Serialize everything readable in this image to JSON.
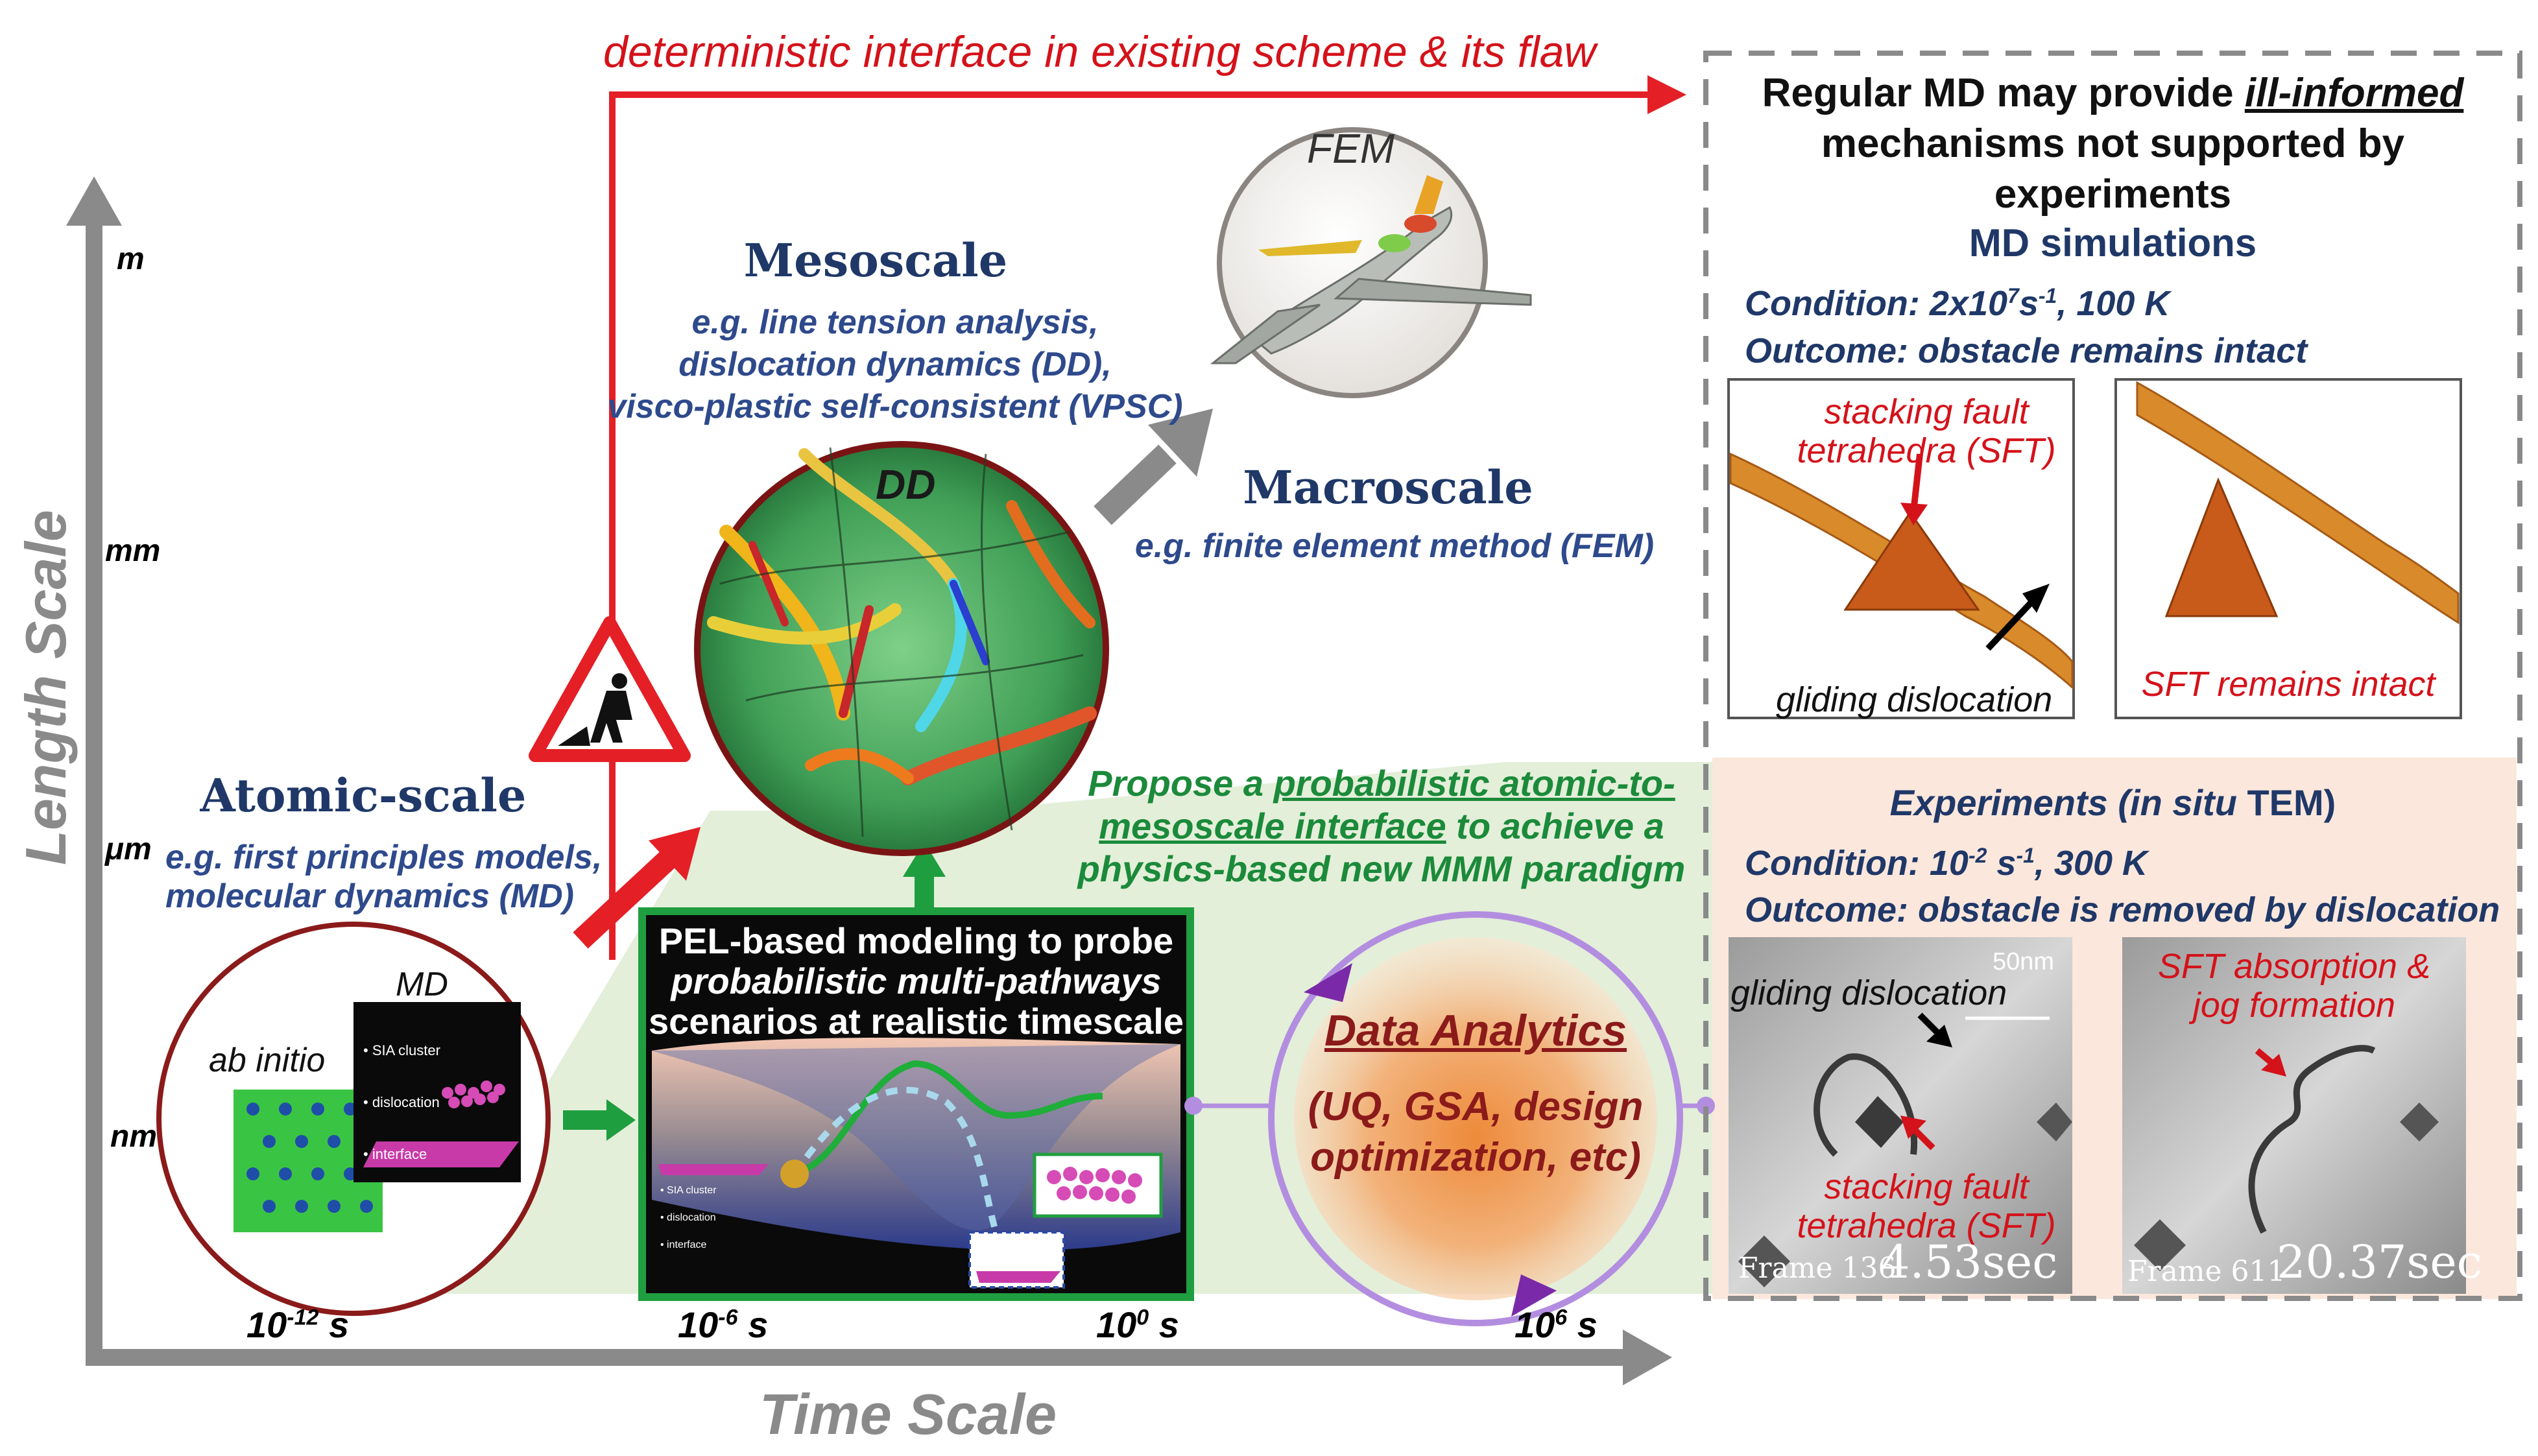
{
  "top_arrow_label": "deterministic interface in existing scheme & its flaw",
  "axes": {
    "y_label": "Length Scale",
    "x_label": "Time Scale",
    "y_ticks": [
      "m",
      "mm",
      "μm",
      "nm"
    ],
    "x_ticks": [
      {
        "base": "10",
        "exp": "-12",
        "unit": " s"
      },
      {
        "base": "10",
        "exp": "-6",
        "unit": " s"
      },
      {
        "base": "10",
        "exp": "0",
        "unit": " s"
      },
      {
        "base": "10",
        "exp": "6",
        "unit": " s"
      }
    ]
  },
  "atomic": {
    "title": "Atomic-scale",
    "desc_1": "e.g. first principles models,",
    "desc_2": "molecular dynamics (MD)",
    "md_label": "MD",
    "abinitio_label": "ab initio",
    "inset_items": [
      "• SIA cluster",
      "• dislocation",
      "• interface"
    ]
  },
  "meso": {
    "title": "Mesoscale",
    "desc_1": "e.g. line tension analysis,",
    "desc_2": "dislocation dynamics (DD),",
    "desc_3": "visco-plastic self-consistent (VPSC)",
    "dd_label": "DD"
  },
  "macro": {
    "fem_label": "FEM",
    "title": "Macroscale",
    "desc": "e.g. finite element method (FEM)"
  },
  "pel": {
    "line1": "PEL-based modeling to probe",
    "line2": "probabilistic multi-pathways",
    "line3": "scenarios at realistic timescale",
    "inset_items": [
      "• SIA cluster",
      "• dislocation",
      "• interface"
    ]
  },
  "proposal": {
    "pre": "Propose a ",
    "link1": "probabilistic atomic-to-",
    "link2": "mesoscale interface",
    "post2": " to achieve a",
    "line3": "physics-based new MMM paradigm"
  },
  "analytics": {
    "title": "Data Analytics",
    "line1": "(UQ, GSA, design",
    "line2": "optimization, etc)"
  },
  "md_panel": {
    "head_1a": "Regular MD may provide ",
    "head_1b": "ill-informed",
    "head_2": "mechanisms not supported by experiments",
    "section_title": "MD simulations",
    "condition_pre": "Condition: 2x10",
    "condition_exp1": "7",
    "condition_mid": "s",
    "condition_exp2": "-1",
    "condition_post": ", 100 K",
    "outcome": "Outcome: obstacle remains intact",
    "sft_label_1": "stacking fault",
    "sft_label_2": "tetrahedra (SFT)",
    "gliding_label": "gliding dislocation",
    "intact_label": "SFT remains intact"
  },
  "exp_panel": {
    "title_pre": "Experiments (",
    "title_italic": "in situ",
    "title_post": " TEM)",
    "condition_pre": "Condition: 10",
    "condition_exp1": "-2",
    "condition_mid": " s",
    "condition_exp2": "-1",
    "condition_post": ", 300 K",
    "outcome": "Outcome: obstacle is removed by dislocation",
    "scale_bar": "50nm",
    "gliding_label": "gliding dislocation",
    "sft_label_1": "stacking fault",
    "sft_label_2": "tetrahedra (SFT)",
    "frame1": "Frame 136",
    "time1": "4.53sec",
    "absorb_1": "SFT absorption &",
    "absorb_2": "jog formation",
    "frame2": "Frame 611",
    "time2": "20.37sec"
  }
}
